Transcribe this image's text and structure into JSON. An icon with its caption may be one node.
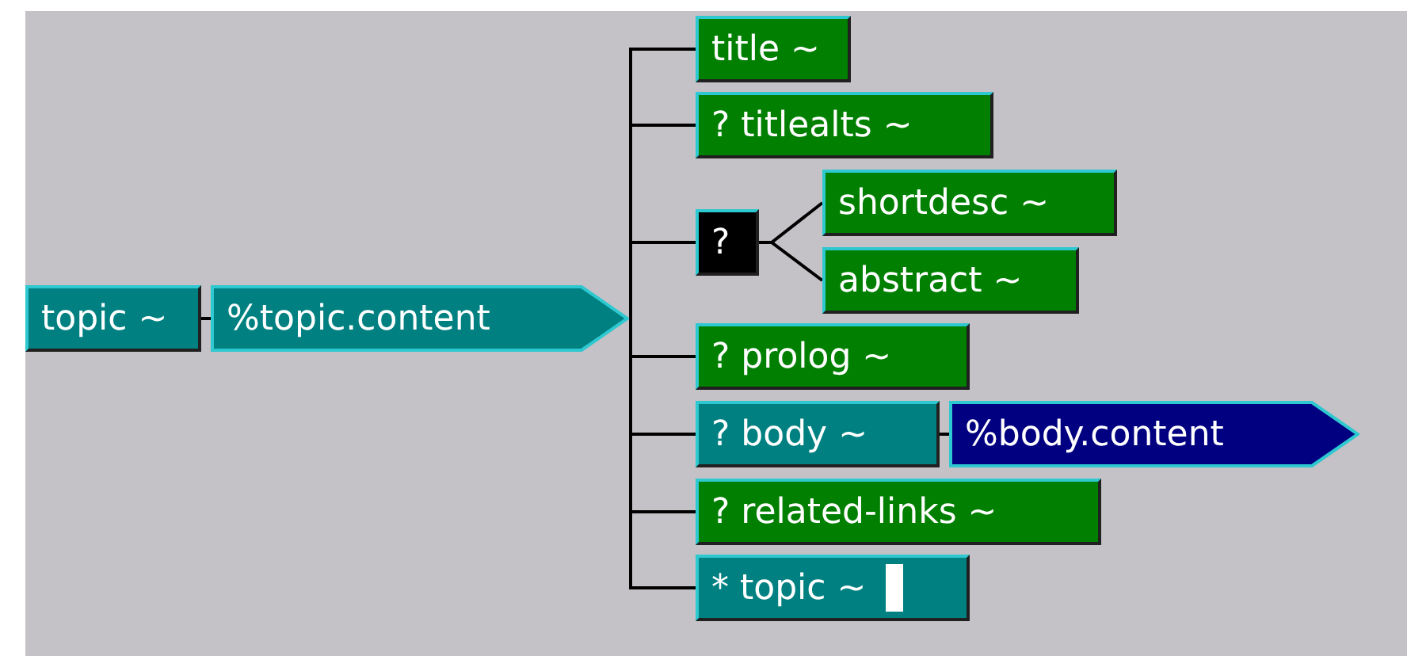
{
  "diagram": {
    "nodes": [
      {
        "text": [
          "topic ~"
        ]
      },
      {
        "text": [
          "%topic.content"
        ]
      },
      {
        "text": [
          "title ~"
        ]
      },
      {
        "text": [
          "? titlealts ~"
        ]
      },
      {
        "text": [
          "?"
        ]
      },
      {
        "text": [
          "shortdesc ~"
        ]
      },
      {
        "text": [
          "abstract ~"
        ]
      },
      {
        "text": [
          "? prolog ~"
        ]
      },
      {
        "text": [
          "? body ~"
        ]
      },
      {
        "text": [
          "%body.content"
        ]
      },
      {
        "text": [
          "? related-links ~"
        ]
      },
      {
        "text": [
          "* topic ~"
        ]
      }
    ],
    "edges": [
      {
        "from": 0,
        "to": 1,
        "arrow": "none"
      },
      {
        "from": 1,
        "to": 2,
        "arrow": "none"
      },
      {
        "from": 1,
        "to": 3,
        "arrow": "none"
      },
      {
        "from": 1,
        "to": 4,
        "arrow": "none"
      },
      {
        "from": 4,
        "to": 5,
        "arrow": "none"
      },
      {
        "from": 4,
        "to": 6,
        "arrow": "none"
      },
      {
        "from": 1,
        "to": 7,
        "arrow": "none"
      },
      {
        "from": 1,
        "to": 8,
        "arrow": "none"
      },
      {
        "from": 8,
        "to": 9,
        "arrow": "none"
      },
      {
        "from": 1,
        "to": 10,
        "arrow": "none"
      },
      {
        "from": 1,
        "to": 11,
        "arrow": "none"
      }
    ]
  }
}
